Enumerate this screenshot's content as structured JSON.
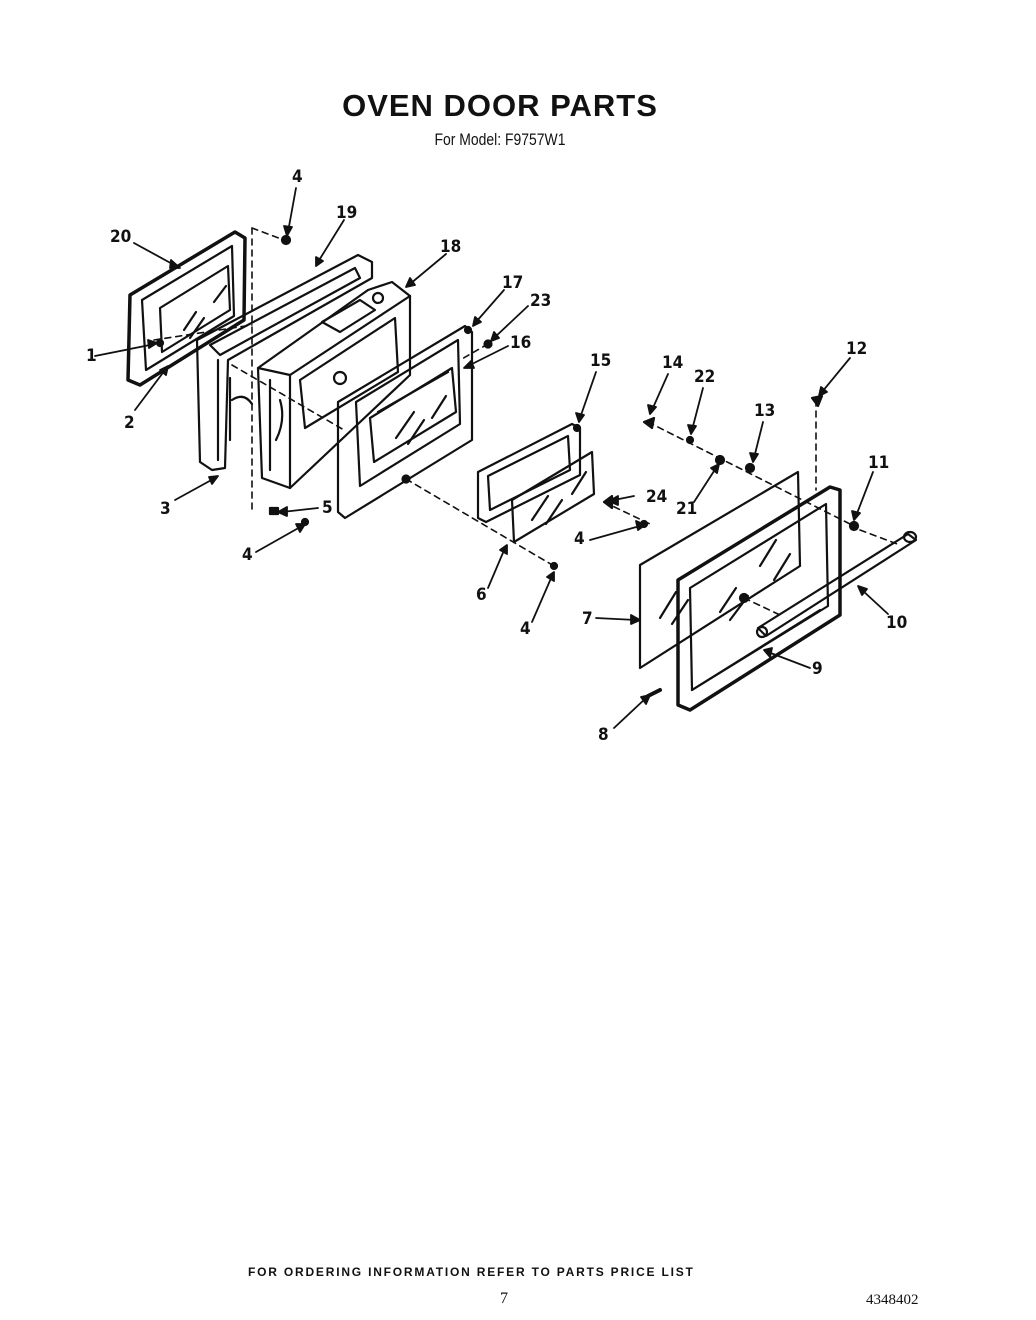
{
  "header": {
    "title": "OVEN DOOR PARTS",
    "subtitle": "For Model: F9757W1"
  },
  "diagram": {
    "callouts": [
      "1",
      "2",
      "3",
      "4",
      "5",
      "6",
      "7",
      "8",
      "9",
      "10",
      "11",
      "12",
      "13",
      "14",
      "15",
      "16",
      "17",
      "18",
      "19",
      "20",
      "21",
      "22",
      "23",
      "24"
    ]
  },
  "footer": {
    "ordering_note": "FOR ORDERING INFORMATION REFER TO PARTS PRICE LIST",
    "page_number": "7",
    "document_number": "4348402"
  }
}
